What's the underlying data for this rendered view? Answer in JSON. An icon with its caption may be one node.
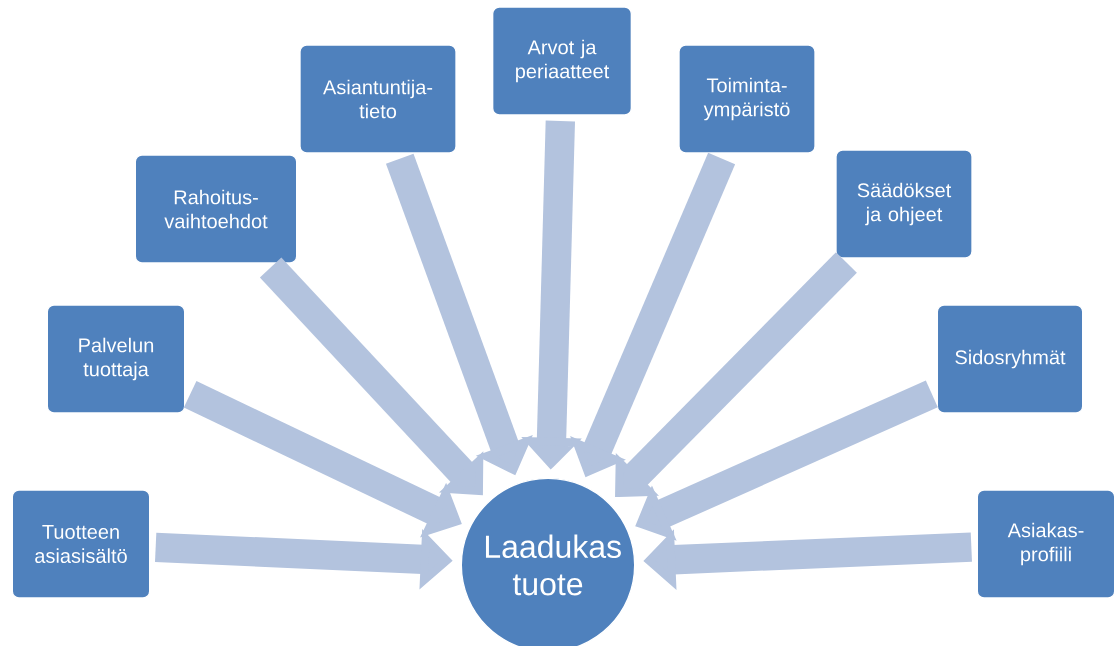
{
  "diagram": {
    "nodes": [
      {
        "text": [
          "Tuotteen asiasisältö"
        ]
      },
      {
        "text": [
          "Palvelun tuottaja"
        ]
      },
      {
        "text": [
          "Rahoitus-vaihtoehdot"
        ]
      },
      {
        "text": [
          "Asiantuntija-tieto"
        ]
      },
      {
        "text": [
          "Arvot ja periaatteet"
        ]
      },
      {
        "text": [
          "Toiminta-ympäristö"
        ]
      },
      {
        "text": [
          "Säädökset ja ohjeet"
        ]
      },
      {
        "text": [
          "Sidosryhmät"
        ]
      },
      {
        "text": [
          "Asiakas-profiili"
        ]
      },
      {
        "text": [
          "Laadukas tuote"
        ]
      }
    ],
    "edges": [
      {
        "from": 0,
        "to": 9,
        "arrow": "to"
      },
      {
        "from": 1,
        "to": 9,
        "arrow": "to"
      },
      {
        "from": 2,
        "to": 9,
        "arrow": "to"
      },
      {
        "from": 3,
        "to": 9,
        "arrow": "to"
      },
      {
        "from": 4,
        "to": 9,
        "arrow": "to"
      },
      {
        "from": 5,
        "to": 9,
        "arrow": "to"
      },
      {
        "from": 6,
        "to": 9,
        "arrow": "to"
      },
      {
        "from": 7,
        "to": 9,
        "arrow": "to"
      },
      {
        "from": 8,
        "to": 9,
        "arrow": "to"
      }
    ]
  }
}
